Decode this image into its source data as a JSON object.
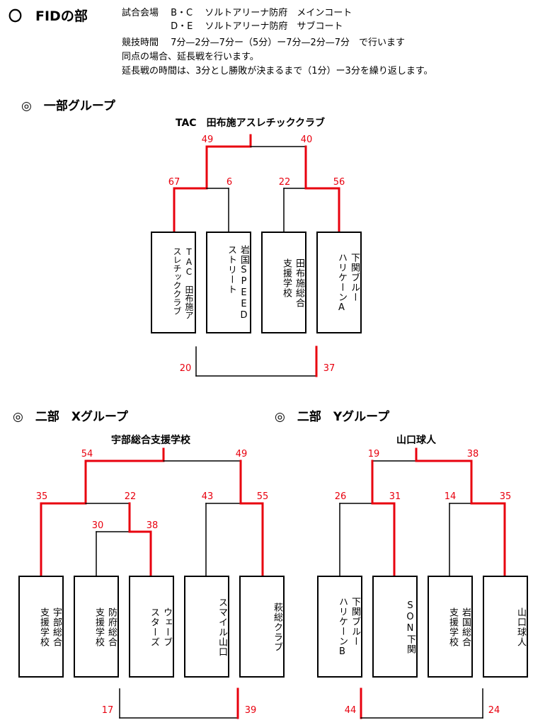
{
  "header": {
    "title": "〇　FIDの部",
    "lines": [
      "試合会場　 B・C　 ソルトアリーナ防府　メインコート",
      "　　　　　 D・E　 ソルトアリーナ防府　サブコート",
      "競技時間　 7分—2分—7分ー（5分）ー7分—2分—7分　で行います",
      "同点の場合、延長戦を行います。",
      "延長戦の時間は、3分とし勝敗が決まるまで（1分）ー3分を繰り返します。"
    ]
  },
  "groups": {
    "ichibu": {
      "title": "◎　一部グループ",
      "winner": "TAC　田布施アスレチッククラブ",
      "teams": [
        "TAC　田布施ア\nスレチッククラブ",
        "岩国SPEED\nストリート",
        "田布施総合\n支援学校",
        "下関ブルー\nハリケーンA"
      ],
      "scores": {
        "semi_left": "49",
        "semi_right": "40",
        "q1": "67",
        "q2": "6",
        "q3": "22",
        "q4": "56",
        "third_left": "20",
        "third_right": "37"
      }
    },
    "x": {
      "title": "◎　二部　Xグループ",
      "winner": "宇部総合支援学校",
      "teams": [
        "宇部総合\n支援学校",
        "防府総合\n支援学校",
        "ウェーブ\nスターズ",
        "スマイル山口",
        "萩総クラブ"
      ],
      "scores": {
        "final_left": "54",
        "final_right": "49",
        "q1": "35",
        "q2": "22",
        "q3": "43",
        "q4": "55",
        "r1_left": "30",
        "r1_right": "38",
        "third_left": "17",
        "third_right": "39"
      }
    },
    "y": {
      "title": "◎　二部　Yグループ",
      "winner": "山口球人",
      "teams": [
        "下関ブルー\nハリケーンB",
        "SON下関",
        "岩国総合\n支援学校",
        "山口球人"
      ],
      "scores": {
        "final_left": "19",
        "final_right": "38",
        "q1": "26",
        "q2": "31",
        "q3": "14",
        "q4": "35",
        "third_left": "44",
        "third_right": "24"
      }
    }
  },
  "colors": {
    "win_line": "#e8000e",
    "lose_line": "#000000",
    "score_text": "#e8000e"
  }
}
